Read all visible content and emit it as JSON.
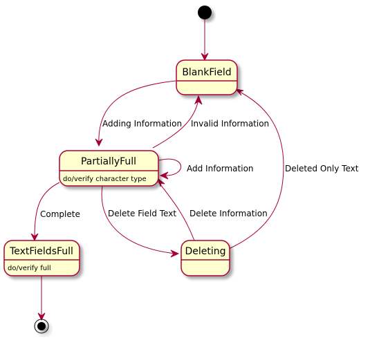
{
  "diagram": {
    "type": "state-diagram",
    "colors": {
      "state_fill": "#FEFECE",
      "state_border": "#A80036",
      "edge": "#A80036",
      "text": "#000000",
      "initial": "#000000",
      "shadow": "#C8C8C8"
    },
    "states": {
      "blank_field": {
        "name": "BlankField"
      },
      "partially_full": {
        "name": "PartiallyFull",
        "activity": "do/verify character type"
      },
      "text_fields_full": {
        "name": "TextFieldsFull",
        "activity": "do/verify full"
      },
      "deleting": {
        "name": "Deleting"
      }
    },
    "transitions": {
      "adding_information": "Adding Information",
      "invalid_information": "Invalid Information",
      "add_information": "Add Information",
      "deleted_only_text": "Deleted Only Text",
      "complete": "Complete",
      "delete_field_text": "Delete Field Text",
      "delete_information": "Delete Information"
    }
  }
}
